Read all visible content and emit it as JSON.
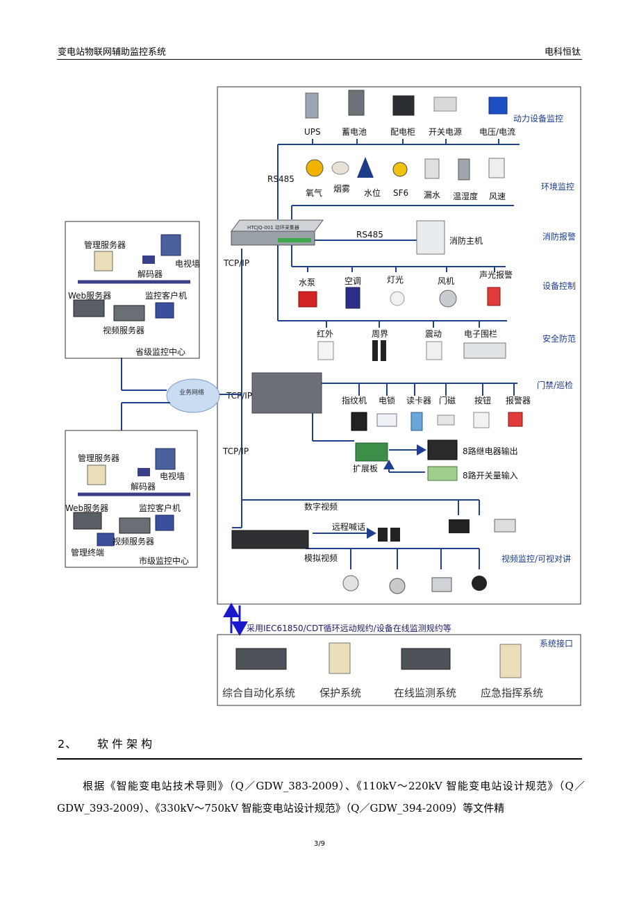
{
  "header": {
    "left": "变电站物联网辅助监控系统",
    "right": "电科恒钛"
  },
  "diagram": {
    "categories": [
      "动力设备监控",
      "环境监控",
      "消防报警",
      "设备控制",
      "安全防范",
      "门禁/巡检",
      "视频监控/可视对讲",
      "系统接口"
    ],
    "power_devices": [
      "UPS",
      "蓄电池",
      "配电柜",
      "开关电源",
      "电压/电流"
    ],
    "env_devices": [
      "氧气",
      "烟雾",
      "水位",
      "SF6",
      "漏水",
      "温湿度",
      "风速"
    ],
    "control_devices": [
      "水泵",
      "空调",
      "灯光",
      "风机",
      "声光报警"
    ],
    "security_devices": [
      "红外",
      "周界",
      "震动",
      "电子围栏"
    ],
    "access_devices": [
      "指纹机",
      "电锁",
      "读卡器",
      "门磁",
      "按钮",
      "报警器"
    ],
    "rs485_left": "RS485",
    "rs485_mid": "RS485",
    "collector_label": "HTCJQ-001 动环采集器",
    "fire_host": "消防主机",
    "tcpip": "TCP/IP",
    "network": "业务网络",
    "expansion_board": "扩展板",
    "relay_out": "8路继电器输出",
    "switch_in": "8路开关量输入",
    "digital_video": "数字视频",
    "remote_talk": "远程喊话",
    "analog_video": "模拟视频",
    "protocol_note": "采用IEC61850/CDT循环远动规约/设备在线监测规约等",
    "provincial": {
      "mgmt_server": "管理服务器",
      "tv_wall": "电视墙",
      "decoder": "解码器",
      "web_server": "Web服务器",
      "client": "监控客户机",
      "video_server": "视频服务器",
      "center": "省级监控中心"
    },
    "city": {
      "mgmt_server": "管理服务器",
      "tv_wall": "电视墙",
      "decoder": "解码器",
      "web_server": "Web服务器",
      "client": "监控客户机",
      "video_server": "视频服务器",
      "mgmt_terminal": "管理终端",
      "center": "市级监控中心"
    },
    "interface_systems": [
      "综合自动化系统",
      "保护系统",
      "在线监测系统",
      "应急指挥系统"
    ]
  },
  "section": {
    "number": "2、",
    "title": "软件架构"
  },
  "paragraph": {
    "line1": "根据《智能变电站技术导则》（Q／GDW_383-2009）、《110kV～220kV 智能变电站设计规范》",
    "line2": "（Q／GDW_393-2009）、《330kV～750kV 智能变电站设计规范》（Q／GDW_394-2009）等文件精"
  },
  "page_number": "3/9",
  "colors": {
    "line_blue": "#1f3f8f",
    "arrow_blue": "#1a1acc",
    "category_text": "#1a3c8c",
    "network_cloud": "#c9dcf2"
  }
}
